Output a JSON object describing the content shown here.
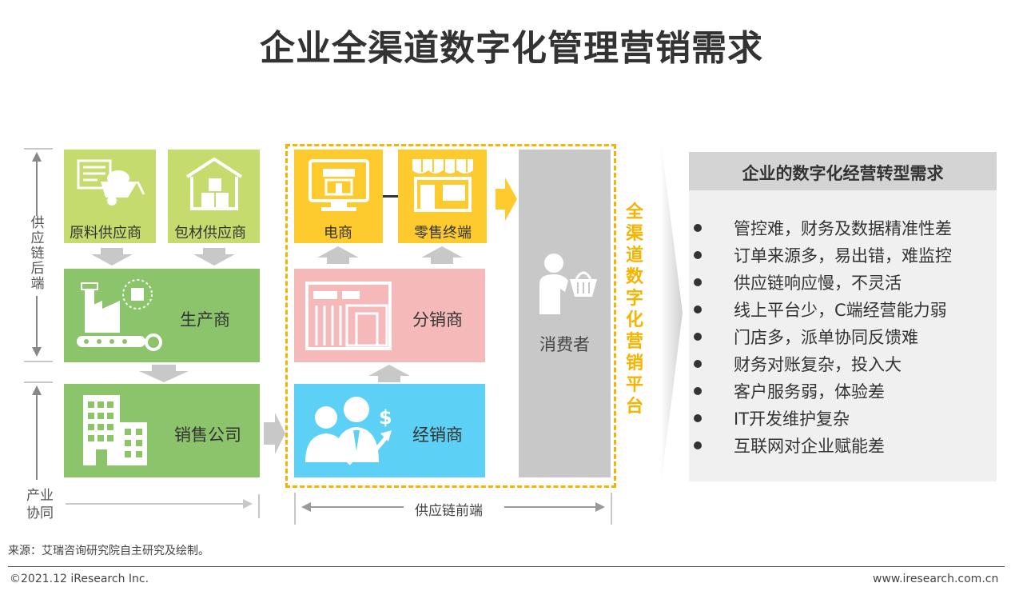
{
  "title": "企业全渠道数字化管理营销需求",
  "left_axis": {
    "supply_back": "供应链后端",
    "industry_collab": "产业协同"
  },
  "nodes": {
    "raw_supplier": "原料供应商",
    "packaging_supplier": "包材供应商",
    "manufacturer": "生产商",
    "sales_company": "销售公司",
    "ecommerce": "电商",
    "retail_terminal": "零售终端",
    "distributor": "分销商",
    "dealer": "经销商",
    "consumer": "消费者"
  },
  "platform_label": "全渠道数字化营销平台",
  "supply_front": "供应链前端",
  "needs": {
    "header": "企业的数字化经营转型需求",
    "items": [
      "管控难，财务及数据精准性差",
      "订单来源多，易出错，难监控",
      "供应链响应慢，不灵活",
      "线上平台少，C端经营能力弱",
      "门店多，派单协同反馈难",
      "财务对账复杂，投入大",
      "客户服务弱，体验差",
      "IT开发维护复杂",
      "互联网对企业赋能差"
    ]
  },
  "source": "来源：艾瑞咨询研究院自主研究及绘制。",
  "copyright": "©2021.12 iResearch Inc.",
  "website": "www.iresearch.com.cn",
  "colors": {
    "light_green": "#c5db6e",
    "green": "#8cc46b",
    "yellow": "#fdcb2e",
    "pink": "#f6b9b9",
    "blue": "#5dd1f5",
    "gray": "#c8c8c8",
    "orange_dash": "#f5b400"
  }
}
